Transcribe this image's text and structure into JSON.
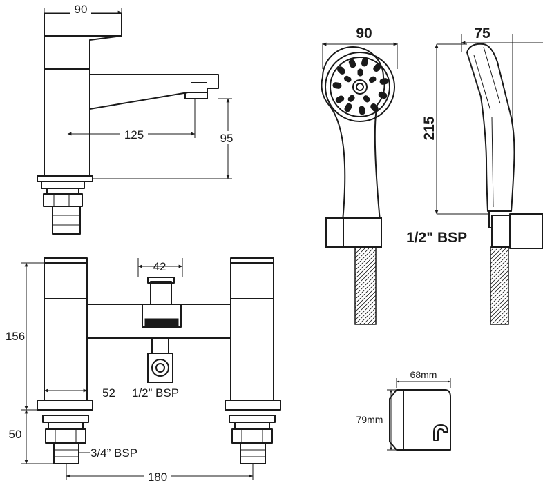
{
  "basin_tap": {
    "width_label": "90",
    "spout_reach_label": "125",
    "height_label": "95"
  },
  "shower_handset": {
    "width_label": "90",
    "depth_label": "75",
    "length_label": "215",
    "connection_label": "1/2\" BSP"
  },
  "bath_filler": {
    "outlet_label": "42",
    "height_label": "156",
    "body_label": "52",
    "outlet_thread_label": "1/2” BSP",
    "base_label": "50",
    "inlet_thread_label": "3/4” BSP",
    "centres_label": "180"
  },
  "wall_bracket": {
    "width_label": "68mm",
    "height_label": "79mm"
  }
}
